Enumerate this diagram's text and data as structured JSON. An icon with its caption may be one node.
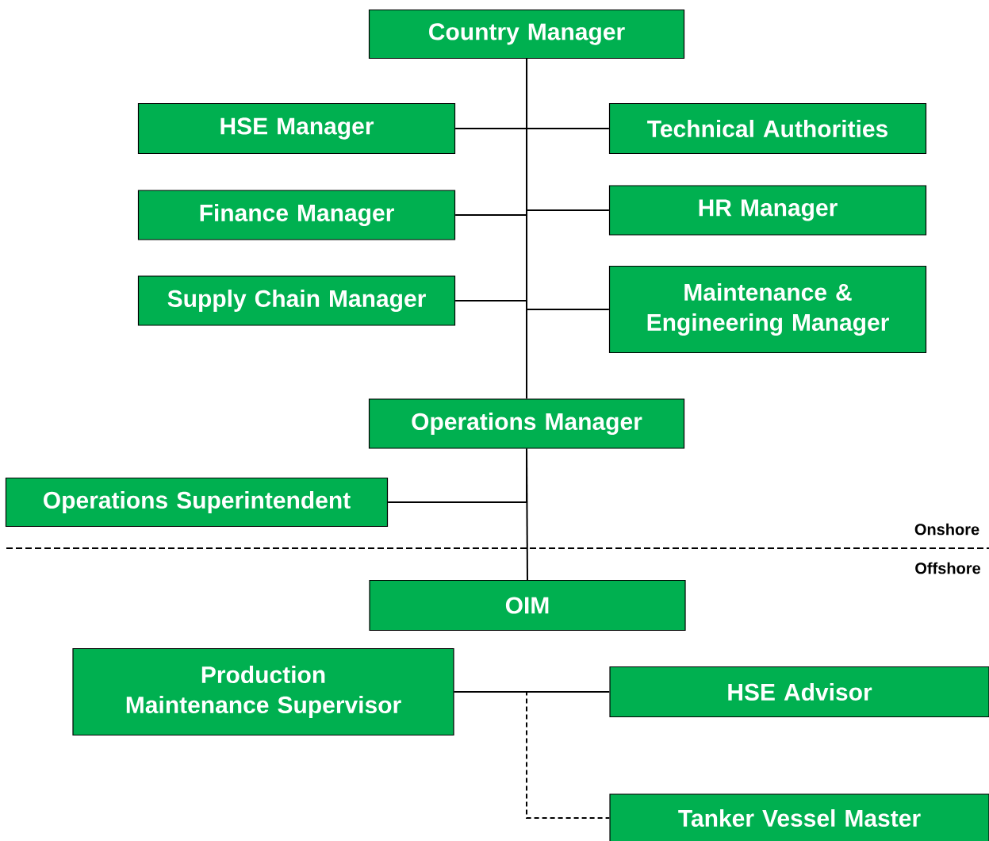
{
  "diagram": {
    "nodes": [
      {
        "text": [
          "Country Manager"
        ]
      },
      {
        "text": [
          "HSE Manager"
        ]
      },
      {
        "text": [
          "Technical Authorities"
        ]
      },
      {
        "text": [
          "Finance Manager"
        ]
      },
      {
        "text": [
          "HR Manager"
        ]
      },
      {
        "text": [
          "Supply Chain Manager"
        ]
      },
      {
        "text": [
          "Maintenance & Engineering Manager"
        ]
      },
      {
        "text": [
          "Operations Manager"
        ]
      },
      {
        "text": [
          "Operations Superintendent"
        ]
      },
      {
        "text": [
          "OIM"
        ]
      },
      {
        "text": [
          "Production Maintenance Supervisor"
        ]
      },
      {
        "text": [
          "HSE Advisor"
        ]
      },
      {
        "text": [
          "Tanker Vessel Master"
        ]
      }
    ],
    "edges": [
      {
        "from": 0,
        "to": 1,
        "arrow": "none"
      },
      {
        "from": 0,
        "to": 2,
        "arrow": "none"
      },
      {
        "from": 0,
        "to": 3,
        "arrow": "none"
      },
      {
        "from": 0,
        "to": 4,
        "arrow": "none"
      },
      {
        "from": 0,
        "to": 5,
        "arrow": "none"
      },
      {
        "from": 0,
        "to": 6,
        "arrow": "none"
      },
      {
        "from": 0,
        "to": 7,
        "arrow": "none"
      },
      {
        "from": 7,
        "to": 8,
        "arrow": "none"
      },
      {
        "from": 7,
        "to": 9,
        "arrow": "none"
      },
      {
        "from": 10,
        "to": 11,
        "arrow": "none"
      },
      {
        "from": 10,
        "to": 12,
        "arrow": "none",
        "style": "dashed"
      }
    ],
    "labels": [
      "Onshore",
      "Offshore"
    ]
  }
}
